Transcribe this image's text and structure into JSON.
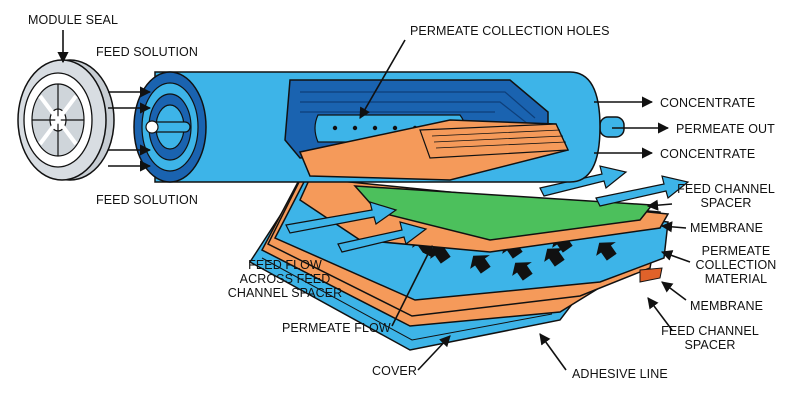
{
  "labels": {
    "module_seal": "MODULE SEAL",
    "feed_solution_top": "FEED SOLUTION",
    "feed_solution_bottom": "FEED SOLUTION",
    "permeate_collection_holes": "PERMEATE COLLECTION HOLES",
    "concentrate_top": "CONCENTRATE",
    "permeate_out": "PERMEATE OUT",
    "concentrate_bottom": "CONCENTRATE",
    "feed_channel_spacer_top_l1": "FEED CHANNEL",
    "feed_channel_spacer_top_l2": "SPACER",
    "membrane_top": "MEMBRANE",
    "permeate_collection_material_l1": "PERMEATE",
    "permeate_collection_material_l2": "COLLECTION",
    "permeate_collection_material_l3": "MATERIAL",
    "membrane_bottom": "MEMBRANE",
    "feed_channel_spacer_bottom_l1": "FEED CHANNEL",
    "feed_channel_spacer_bottom_l2": "SPACER",
    "feed_flow_l1": "FEED FLOW",
    "feed_flow_l2": "ACROSS FEED",
    "feed_flow_l3": "CHANNEL SPACER",
    "permeate_flow": "PERMEATE FLOW",
    "cover": "COVER",
    "adhesive_line": "ADHESIVE LINE"
  },
  "colors": {
    "light_blue": "#3db4e8",
    "dark_blue": "#1a63b0",
    "orange": "#f59a5a",
    "green": "#4cc05c",
    "seal_gray": "#d8dde2",
    "outline": "#111111"
  },
  "icons": {
    "module_seal": "wheel-icon",
    "arrows": "arrow-icon"
  }
}
